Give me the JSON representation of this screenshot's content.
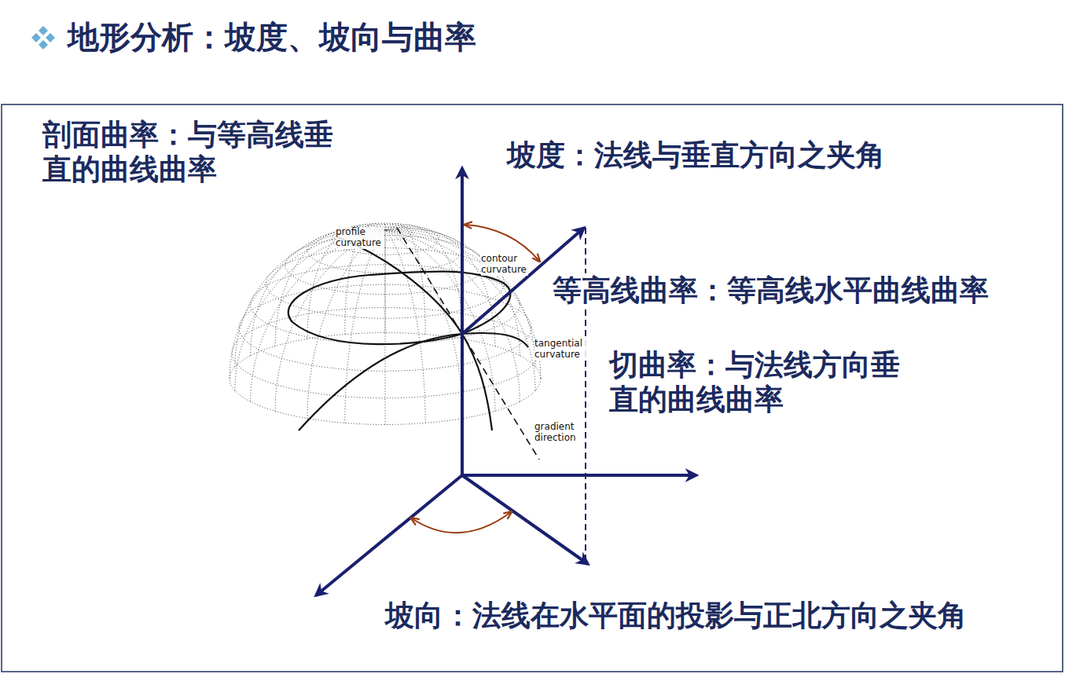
{
  "diagram": {
    "title": "地形分析：坡度、坡向与曲率",
    "labels": [
      "剖面曲率：与等高线垂 直的曲线曲率",
      "坡度：法线与垂直方向之夹角",
      "等高线曲率：等高线水平曲线曲率",
      "切曲率：与法线方向垂 直的曲线曲率",
      "坡向：法线在水平面的投影与正北方向之夹角",
      "profile curvature",
      "contour curvature",
      "tangential curvature",
      "gradient direction"
    ]
  }
}
